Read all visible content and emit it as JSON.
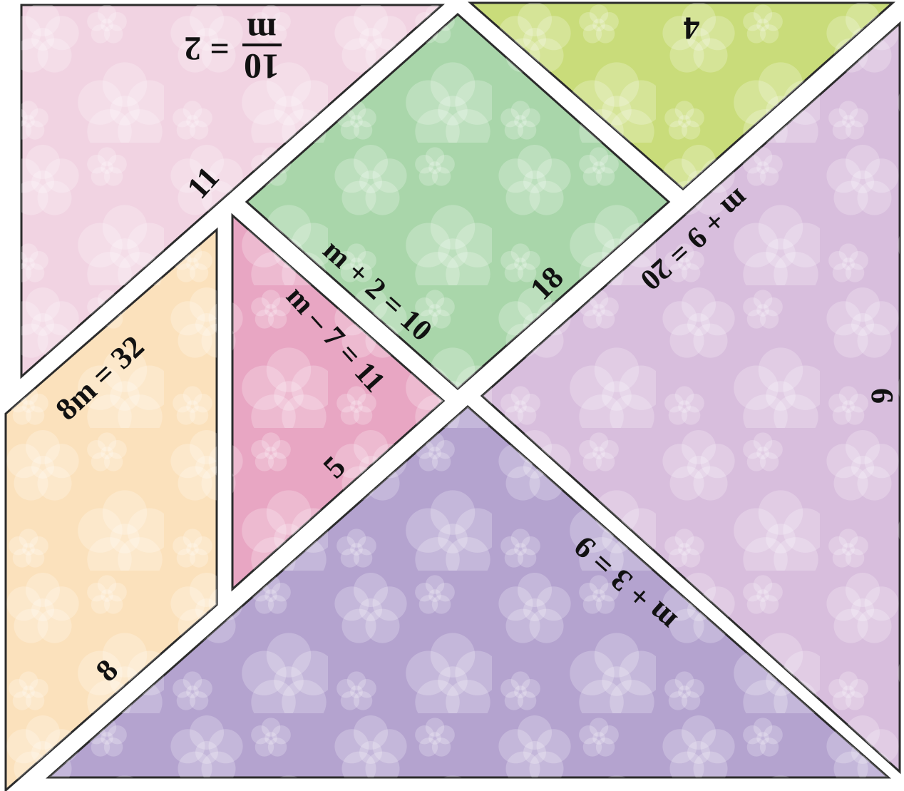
{
  "colors": {
    "pink_light": "#f1d3e2",
    "green": "#a9d6aa",
    "lime": "#c9dc7a",
    "lilac": "#d8bedd",
    "peach": "#fbe1bc",
    "pink": "#e8a6c3",
    "purple": "#b4a3cf",
    "outline": "#2b2b2b",
    "flower": "#ffffff"
  },
  "labels": {
    "top_left_fraction_numerator": "10",
    "top_left_fraction_denominator": "m",
    "top_left_fraction_result": "= 2",
    "top_left_edge": "11",
    "top_right": "4",
    "square_edge_left": "m + 2 = 10",
    "square_edge_right": "18",
    "right_edge_equation": "m + 9 = 20",
    "right_edge": "6",
    "parallelogram_equation": "8m = 32",
    "parallelogram_edge": "8",
    "small_triangle_equation": "m – 7 = 11",
    "small_triangle_edge": "5",
    "bottom_equation": "m + 3 = 9"
  }
}
